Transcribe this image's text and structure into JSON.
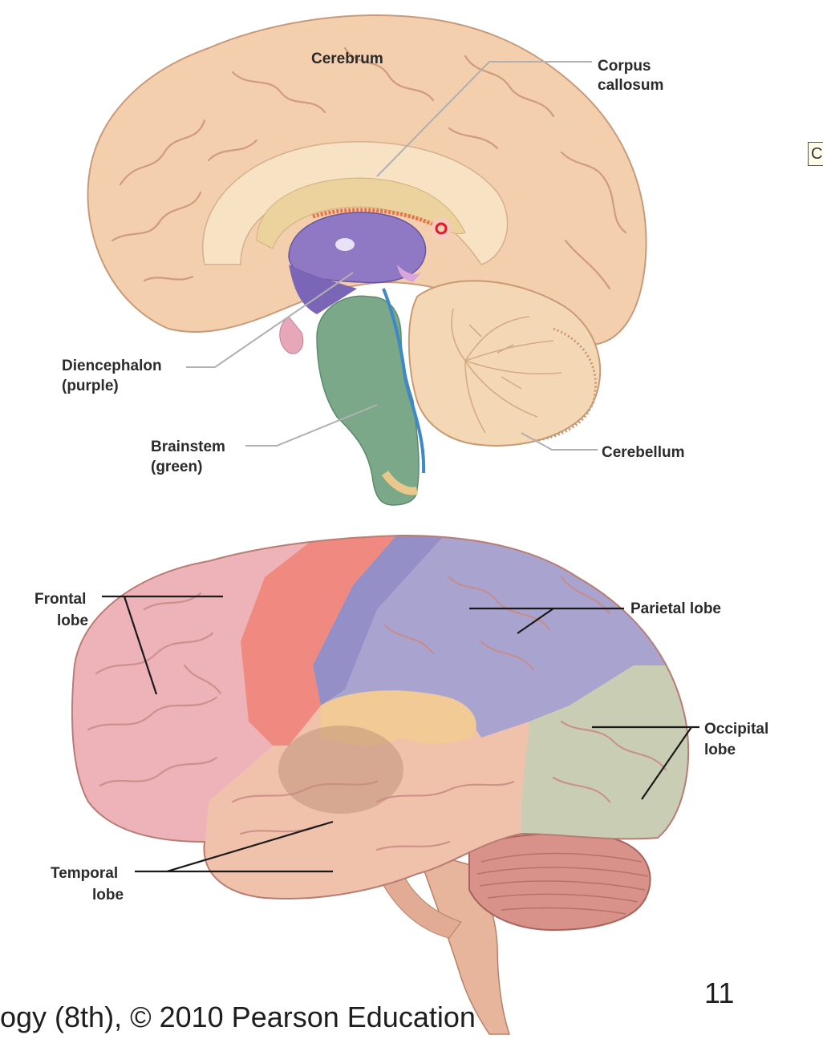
{
  "labels": {
    "cerebrum": "Cerebrum",
    "corpus_callosum": [
      "Corpus",
      "callosum"
    ],
    "diencephalon": [
      "Diencephalon",
      "(purple)"
    ],
    "brainstem": [
      "Brainstem",
      "(green)"
    ],
    "cerebellum": "Cerebellum",
    "frontal_lobe": [
      "Frontal",
      "lobe"
    ],
    "parietal_lobe": "Parietal lobe",
    "occipital_lobe": [
      "Occipital",
      "lobe"
    ],
    "temporal_lobe": [
      "Temporal",
      "lobe"
    ]
  },
  "footer": {
    "credit": "ogy (8th), © 2010 Pearson Education",
    "page_number": "11"
  },
  "edge_tab": "C",
  "colors": {
    "cerebrum": "#f3cfae",
    "corpus_callosum": "#f7e2c4",
    "diencephalon": "#8f79c4",
    "brainstem": "#7aa888",
    "cerebellum": "#f4d8b5",
    "frontal_lobe": "#eeb3b8",
    "motor_strip": "#f08a80",
    "parietal_lobe": "#a9a4cf",
    "occipital_lobe": "#c9cdb4",
    "temporal_lobe": "#f0c2ac",
    "pointer_marker": "#e01b1b"
  }
}
